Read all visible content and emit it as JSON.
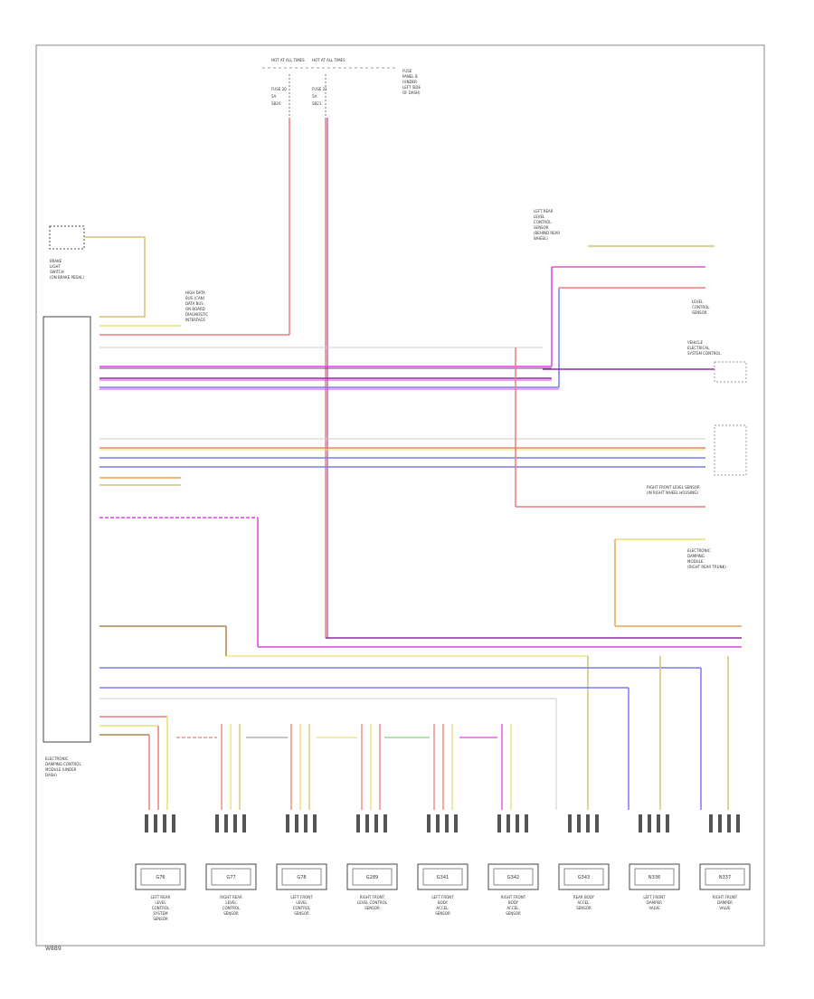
{
  "diagram": {
    "page_id": "W8B9",
    "fuses": {
      "left": [
        "HOT AT ALL TIMES",
        "FUSE 20",
        "5A",
        "SB20"
      ],
      "right": [
        "HOT AT ALL TIMES",
        "FUSE 21",
        "5A",
        "SB21"
      ],
      "box_label": [
        "FUSE",
        "PANEL B",
        "(UNDER",
        "LEFT SIDE",
        "OF DASH)"
      ]
    },
    "left_module": {
      "label": [
        "BRAKE",
        "LIGHT",
        "SWITCH",
        "(ON BRAKE PEDAL)"
      ]
    },
    "control_module": {
      "label": [
        "ELECTRONIC",
        "DAMPING CONTROL",
        "MODULE (UNDER",
        "DASH)"
      ]
    },
    "ground_note": [
      "HIGH DATA",
      "BUS (CAN)",
      "DATA BUS",
      "ON BOARD",
      "DIAGNOSTIC",
      "INTERFACE"
    ],
    "right_labels": {
      "ride_height_top": [
        "LEFT REAR",
        "LEVEL",
        "CONTROL",
        "SENSOR",
        "(BEHIND REAR",
        "WHEEL)"
      ],
      "vehicle_electrical": [
        "VEHICLE",
        "ELECTRICAL",
        "SYSTEM CONTROL"
      ],
      "leveling_sensor": [
        "LEVEL",
        "CONTROL",
        "SENSOR"
      ],
      "front_right_sensor": [
        "RIGHT FRONT LEVEL SENSOR",
        "(IN RIGHT WHEEL HOUSING)"
      ],
      "electronic_damping": [
        "ELECTRONIC",
        "DAMPING",
        "MODULE",
        "(RIGHT REAR TRUNK)"
      ]
    },
    "wire_colors": {
      "red": "#f07a7a",
      "pink": "#f04fc8",
      "magenta": "#e040e0",
      "purple": "#8a2fa0",
      "blue": "#7a7af0",
      "yellow": "#e8e070",
      "tan": "#d8c070",
      "brown": "#b08050",
      "orange": "#f0a050",
      "green": "#80d080",
      "gray": "#a0a0a0"
    },
    "bottom_modules": [
      {
        "code": "G76",
        "text": [
          "LEFT REAR",
          "LEVEL",
          "CONTROL",
          "SYSTEM",
          "SENSOR"
        ]
      },
      {
        "code": "G77",
        "text": [
          "RIGHT REAR",
          "LEVEL",
          "CONTROL",
          "SENSOR"
        ]
      },
      {
        "code": "G78",
        "text": [
          "LEFT FRONT",
          "LEVEL",
          "CONTROL",
          "SENSOR"
        ]
      },
      {
        "code": "G289",
        "text": [
          "RIGHT FRONT",
          "LEVEL CONTROL",
          "SENSOR"
        ]
      },
      {
        "code": "G341",
        "text": [
          "LEFT FRONT",
          "BODY",
          "ACCEL.",
          "SENSOR"
        ]
      },
      {
        "code": "G342",
        "text": [
          "RIGHT FRONT",
          "BODY",
          "ACCEL.",
          "SENSOR"
        ]
      },
      {
        "code": "G343",
        "text": [
          "REAR BODY",
          "ACCEL.",
          "SENSOR"
        ]
      },
      {
        "code": "N336",
        "text": [
          "LEFT FRONT",
          "DAMPER",
          "VALVE"
        ]
      },
      {
        "code": "N337",
        "text": [
          "RIGHT FRONT",
          "DAMPER",
          "VALVE"
        ]
      }
    ]
  }
}
